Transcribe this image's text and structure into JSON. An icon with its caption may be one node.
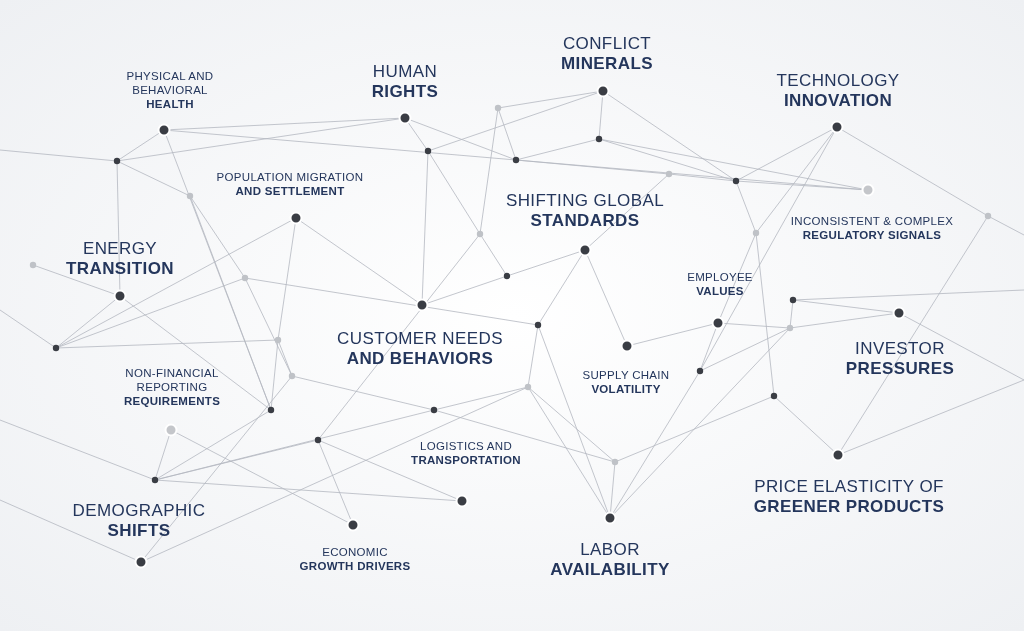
{
  "diagram": {
    "labels": [
      "PHYSICAL AND BEHAVIORAL **HEALTH**",
      "HUMAN **RIGHTS**",
      "CONFLICT **MINERALS**",
      "TECHNOLOGY **INNOVATION**",
      "POPULATION MIGRATION **AND SETTLEMENT**",
      "SHIFTING GLOBAL **STANDARDS**",
      "INCONSISTENT & COMPLEX **REGULATORY SIGNALS**",
      "ENERGY **TRANSITION**",
      "EMPLOYEE **VALUES**",
      "CUSTOMER NEEDS **AND BEHAVIORS**",
      "INVESTOR **PRESSURES**",
      "NON-FINANCIAL REPORTING **REQUIREMENTS**",
      "SUPPLY CHAIN **VOLATILITY**",
      "LOGISTICS AND **TRANSPORTATION**",
      "PRICE ELASTICITY OF **GREENER PRODUCTS**",
      "DEMOGRAPHIC **SHIFTS**",
      "ECONOMIC **GROWTH DRIVERS**",
      "LABOR **AVAILABILITY**"
    ]
  }
}
